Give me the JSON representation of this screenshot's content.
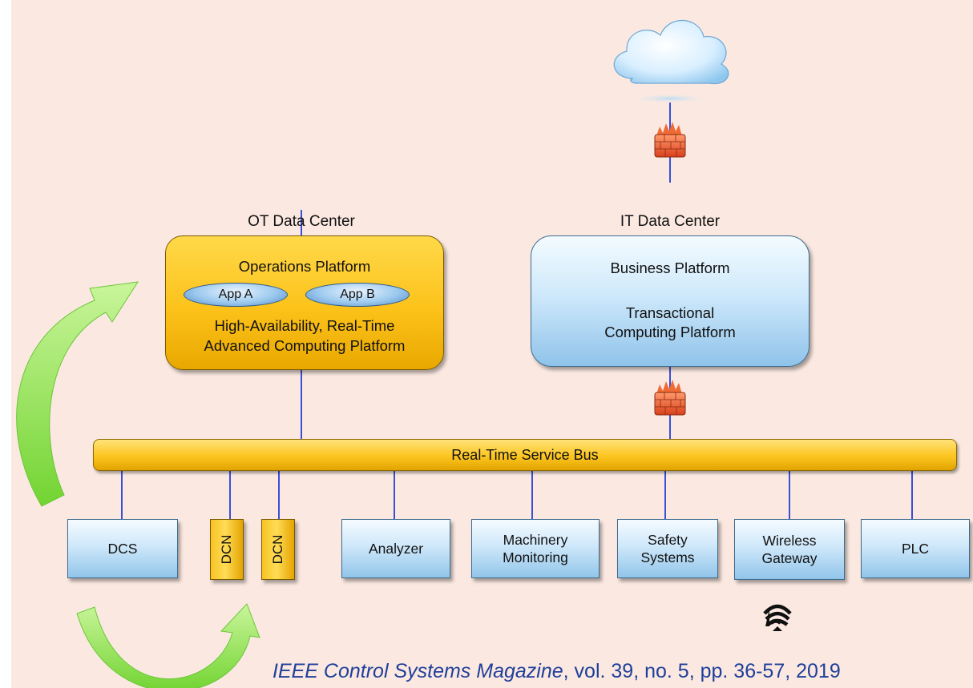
{
  "ot_data_center": {
    "title": "OT Data Center",
    "platform_title": "Operations Platform",
    "apps": [
      "App A",
      "App B"
    ],
    "platform_line1": "High-Availability, Real-Time",
    "platform_line2": "Advanced Computing Platform"
  },
  "it_data_center": {
    "title": "IT Data Center",
    "platform_title": "Business Platform",
    "platform_line1": "Transactional",
    "platform_line2": "Computing Platform"
  },
  "bus": {
    "label": "Real-Time Service Bus"
  },
  "devices": {
    "dcs": "DCS",
    "dcn": [
      "DCN",
      "DCN"
    ],
    "analyzer": "Analyzer",
    "machinery": [
      "Machinery",
      "Monitoring"
    ],
    "safety": [
      "Safety",
      "Systems"
    ],
    "wireless": [
      "Wireless",
      "Gateway"
    ],
    "plc": "PLC"
  },
  "citation": {
    "journal": "IEEE Control Systems Magazine",
    "details": ", vol. 39, no. 5, pp. 36-57, 2019"
  },
  "colors": {
    "background": "#fbe9e1",
    "gold": "#fcc21a",
    "blue": "#8fc3ea",
    "connector": "#3a4fd8",
    "arrow_green": "#8ee04a",
    "firewall": "#e9552b",
    "citation": "#1f3f9a"
  },
  "icons": [
    "cloud-icon",
    "firewall-icon",
    "wireless-signal-icon",
    "migration-arrow-icon"
  ]
}
